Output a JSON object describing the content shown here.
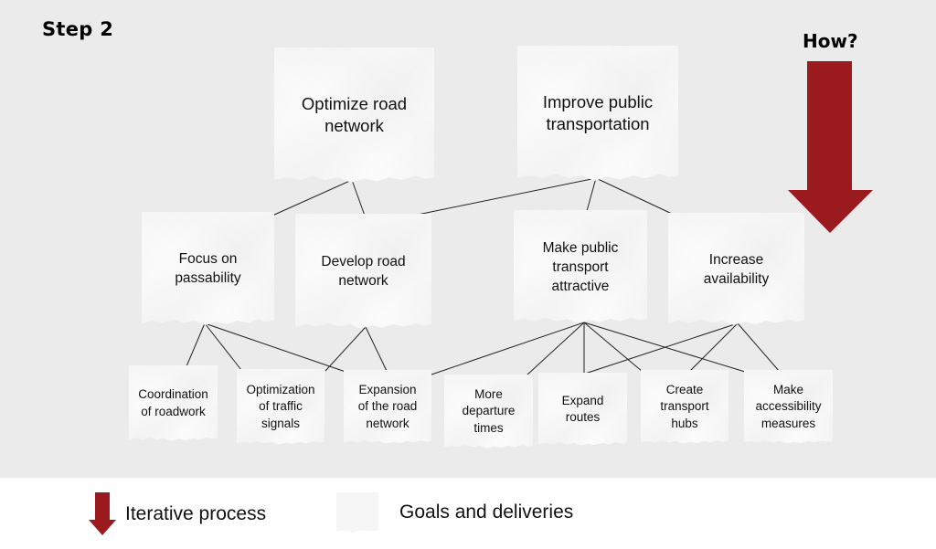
{
  "header": {
    "step_title": "Step 2",
    "how_label": "How?"
  },
  "colors": {
    "arrow": "#9b1a1e",
    "background": "#ebebeb",
    "card": "#fbfbfb",
    "line": "#222222"
  },
  "tree": {
    "level1": [
      {
        "id": "optimize-road-network",
        "label": "Optimize road\nnetwork"
      },
      {
        "id": "improve-public-transportation",
        "label": "Improve public\ntransportation"
      }
    ],
    "level2": [
      {
        "id": "focus-on-passability",
        "label": "Focus on\npassability"
      },
      {
        "id": "develop-road-network",
        "label": "Develop road\nnetwork"
      },
      {
        "id": "make-public-transport-attractive",
        "label": "Make public\ntransport\nattractive"
      },
      {
        "id": "increase-availability",
        "label": "Increase\navailability"
      }
    ],
    "level3": [
      {
        "id": "coordination-of-roadwork",
        "label": "Coordination\nof roadwork"
      },
      {
        "id": "optimization-of-traffic-signals",
        "label": "Optimization\nof traffic\nsignals"
      },
      {
        "id": "expansion-of-the-road-network",
        "label": "Expansion\nof the road\nnetwork"
      },
      {
        "id": "more-departure-times",
        "label": "More\ndeparture\ntimes"
      },
      {
        "id": "expand-routes",
        "label": "Expand\nroutes"
      },
      {
        "id": "create-transport-hubs",
        "label": "Create\ntransport\nhubs"
      },
      {
        "id": "make-accessibility-measures",
        "label": "Make\naccessibility\nmeasures"
      }
    ],
    "links": [
      [
        "optimize-road-network",
        "focus-on-passability"
      ],
      [
        "optimize-road-network",
        "develop-road-network"
      ],
      [
        "improve-public-transportation",
        "develop-road-network"
      ],
      [
        "improve-public-transportation",
        "make-public-transport-attractive"
      ],
      [
        "improve-public-transportation",
        "increase-availability"
      ],
      [
        "focus-on-passability",
        "coordination-of-roadwork"
      ],
      [
        "focus-on-passability",
        "optimization-of-traffic-signals"
      ],
      [
        "focus-on-passability",
        "expansion-of-the-road-network"
      ],
      [
        "develop-road-network",
        "optimization-of-traffic-signals"
      ],
      [
        "develop-road-network",
        "expansion-of-the-road-network"
      ],
      [
        "make-public-transport-attractive",
        "expansion-of-the-road-network"
      ],
      [
        "make-public-transport-attractive",
        "more-departure-times"
      ],
      [
        "make-public-transport-attractive",
        "expand-routes"
      ],
      [
        "make-public-transport-attractive",
        "create-transport-hubs"
      ],
      [
        "make-public-transport-attractive",
        "make-accessibility-measures"
      ],
      [
        "increase-availability",
        "expand-routes"
      ],
      [
        "increase-availability",
        "create-transport-hubs"
      ],
      [
        "increase-availability",
        "make-accessibility-measures"
      ]
    ]
  },
  "legend": {
    "iterative_process": "Iterative process",
    "goals_and_deliveries": "Goals and deliveries"
  }
}
